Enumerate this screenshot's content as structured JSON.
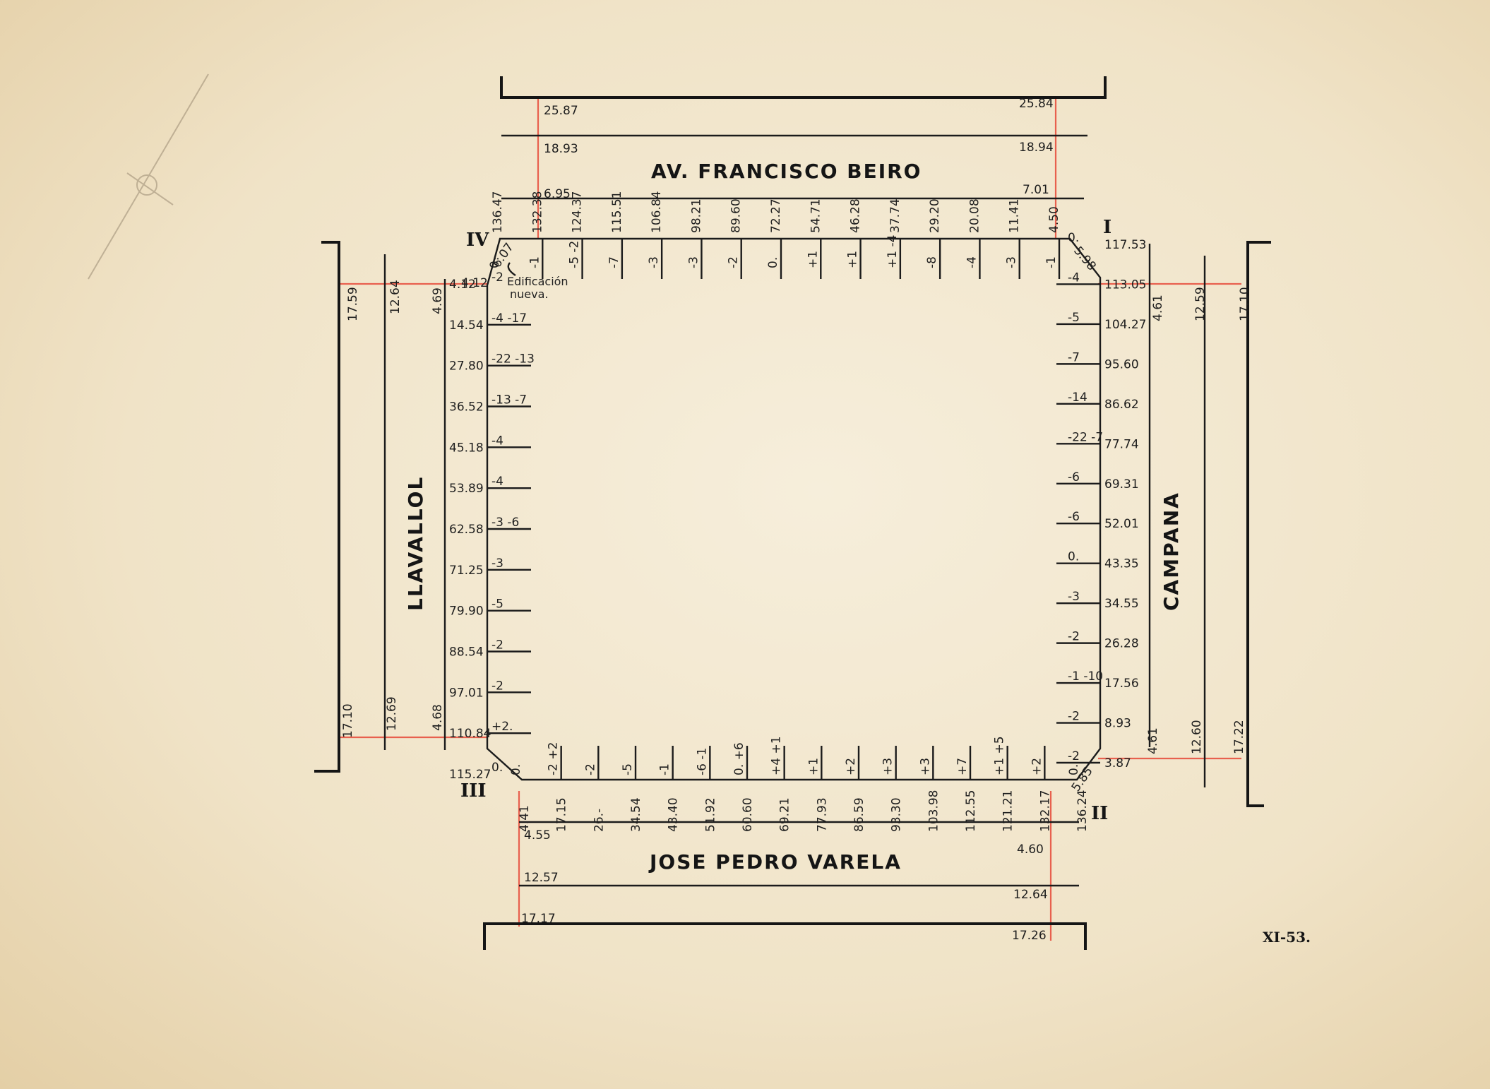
{
  "streets": {
    "north": "AV. FRANCISCO BEIRO",
    "south": "JOSE PEDRO VARELA",
    "west": "LLAVALLOL",
    "east": "CAMPANA"
  },
  "corners": {
    "ne": "I",
    "se": "II",
    "sw": "III",
    "nw": "IV"
  },
  "sheet_code": "XI-53.",
  "note": {
    "line1": "Edificación",
    "line2": "nueva."
  },
  "chamfers": {
    "nw": "6.07",
    "ne": "5.98",
    "se": "5.85"
  },
  "widths": {
    "north_left": [
      "25.87",
      "18.93",
      "6.95"
    ],
    "north_right": [
      "25.84",
      "18.94",
      "7.01"
    ],
    "south_left": [
      "4.55",
      "12.57",
      "17.17"
    ],
    "south_right": [
      "4.60",
      "12.64",
      "17.26"
    ],
    "west_top": [
      "4.12",
      "4.69",
      "12.64",
      "17.59"
    ],
    "west_bottom": [
      "4.68",
      "12.69",
      "17.10"
    ],
    "east_top": [
      "4.61",
      "12.59",
      "17.10"
    ],
    "east_bottom": [
      "4.61",
      "12.60",
      "17.22"
    ]
  },
  "north_points": [
    {
      "dist": "136.47",
      "lvl": "0."
    },
    {
      "dist": "132.38",
      "lvl": "-1"
    },
    {
      "dist": "124.37",
      "lvl": "-5  -2"
    },
    {
      "dist": "115.51",
      "lvl": "-7"
    },
    {
      "dist": "106.84",
      "lvl": "-3"
    },
    {
      "dist": "98.21",
      "lvl": "-3"
    },
    {
      "dist": "89.60",
      "lvl": "-2"
    },
    {
      "dist": "72.27",
      "lvl": "0."
    },
    {
      "dist": "54.71",
      "lvl": "+1"
    },
    {
      "dist": "46.28",
      "lvl": "+1"
    },
    {
      "dist": "37.74",
      "lvl": "+1  -4"
    },
    {
      "dist": "29.20",
      "lvl": "-8"
    },
    {
      "dist": "20.08",
      "lvl": "-4"
    },
    {
      "dist": "11.41",
      "lvl": "-3"
    },
    {
      "dist": "4.50",
      "lvl": "-1"
    }
  ],
  "south_points": [
    {
      "dist": "4.41",
      "lvl": "0."
    },
    {
      "dist": "17.15",
      "lvl": "-2  +2"
    },
    {
      "dist": "26.-",
      "lvl": "-2"
    },
    {
      "dist": "34.54",
      "lvl": "-5"
    },
    {
      "dist": "43.40",
      "lvl": "-1"
    },
    {
      "dist": "51.92",
      "lvl": "-6  -1"
    },
    {
      "dist": "60.60",
      "lvl": "0.  +6"
    },
    {
      "dist": "69.21",
      "lvl": "+4  +1"
    },
    {
      "dist": "77.93",
      "lvl": "+1"
    },
    {
      "dist": "86.59",
      "lvl": "+2"
    },
    {
      "dist": "93.30",
      "lvl": "+3"
    },
    {
      "dist": "103.98",
      "lvl": "+3"
    },
    {
      "dist": "112.55",
      "lvl": "+7"
    },
    {
      "dist": "121.21",
      "lvl": "+1  +5"
    },
    {
      "dist": "132.17",
      "lvl": "+2"
    },
    {
      "dist": "136.24",
      "lvl": "0."
    }
  ],
  "west_points": [
    {
      "dist": "4.12",
      "lvl": "-2"
    },
    {
      "dist": "14.54",
      "lvl": "-4  -17"
    },
    {
      "dist": "27.80",
      "lvl": "-22  -13"
    },
    {
      "dist": "36.52",
      "lvl": "-13  -7"
    },
    {
      "dist": "45.18",
      "lvl": "-4"
    },
    {
      "dist": "53.89",
      "lvl": "-4"
    },
    {
      "dist": "62.58",
      "lvl": "-3  -6"
    },
    {
      "dist": "71.25",
      "lvl": "-3"
    },
    {
      "dist": "79.90",
      "lvl": "-5"
    },
    {
      "dist": "88.54",
      "lvl": "-2"
    },
    {
      "dist": "97.01",
      "lvl": "-2"
    },
    {
      "dist": "110.84",
      "lvl": "+2."
    },
    {
      "dist": "115.27",
      "lvl": "0."
    }
  ],
  "east_points": [
    {
      "dist": "117.53",
      "lvl": "0."
    },
    {
      "dist": "113.05",
      "lvl": "-4"
    },
    {
      "dist": "104.27",
      "lvl": "-5"
    },
    {
      "dist": "95.60",
      "lvl": "-7"
    },
    {
      "dist": "86.62",
      "lvl": "-14"
    },
    {
      "dist": "77.74",
      "lvl": "-22  -7"
    },
    {
      "dist": "69.31",
      "lvl": "-6"
    },
    {
      "dist": "52.01",
      "lvl": "-6"
    },
    {
      "dist": "43.35",
      "lvl": "0."
    },
    {
      "dist": "34.55",
      "lvl": "-3"
    },
    {
      "dist": "26.28",
      "lvl": "-2"
    },
    {
      "dist": "17.56",
      "lvl": "-1  -10"
    },
    {
      "dist": "8.93",
      "lvl": "-2"
    },
    {
      "dist": "3.87",
      "lvl": "-2"
    }
  ]
}
